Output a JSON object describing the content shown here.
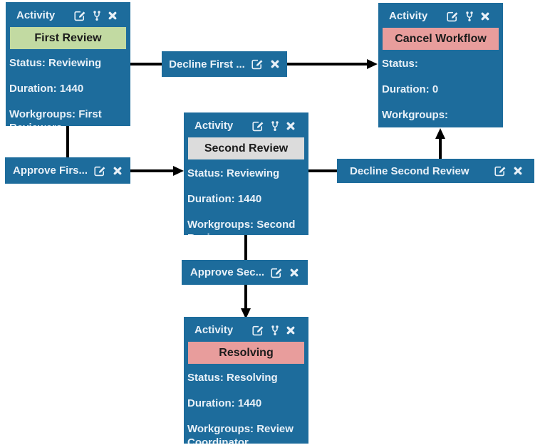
{
  "colors": {
    "node_background": "#1d6c9c",
    "node_text": "#e9f1f8",
    "band_text": "#1b1b1b",
    "band_green": "#c2daa2",
    "band_gray": "#dcdcdc",
    "band_pink": "#e89d9c",
    "connector": "#000000",
    "canvas_background": "#ffffff"
  },
  "activities": [
    {
      "header_label": "Activity",
      "title": "First Review",
      "band_color": "#c2daa2",
      "status": "Status: Reviewing",
      "duration": "Duration: 1440",
      "workgroups": "Workgroups: First Reviewers",
      "header_icons": [
        "edit-icon",
        "code-fork-icon",
        "close-icon"
      ]
    },
    {
      "header_label": "Activity",
      "title": "Cancel Workflow",
      "band_color": "#e89d9c",
      "status": "Status:",
      "duration": "Duration: 0",
      "workgroups": "Workgroups:",
      "header_icons": [
        "edit-icon",
        "code-fork-icon",
        "close-icon"
      ]
    },
    {
      "header_label": "Activity",
      "title": "Second Review",
      "band_color": "#dcdcdc",
      "status": "Status: Reviewing",
      "duration": "Duration: 1440",
      "workgroups": "Workgroups: Second Reviewers",
      "header_icons": [
        "edit-icon",
        "code-fork-icon",
        "close-icon"
      ]
    },
    {
      "header_label": "Activity",
      "title": "Resolving",
      "band_color": "#e89d9c",
      "status": "Status: Resolving",
      "duration": "Duration: 1440",
      "workgroups": "Workgroups: Review Coordinator",
      "header_icons": [
        "edit-icon",
        "code-fork-icon",
        "close-icon"
      ]
    }
  ],
  "transitions": [
    {
      "label": "Decline First ...",
      "icons": [
        "edit-icon",
        "close-icon"
      ]
    },
    {
      "label": "Approve Firs...",
      "icons": [
        "edit-icon",
        "close-icon"
      ]
    },
    {
      "label": "Decline Second Review",
      "icons": [
        "edit-icon",
        "close-icon"
      ]
    },
    {
      "label": "Approve Sec...",
      "icons": [
        "edit-icon",
        "close-icon"
      ]
    }
  ]
}
